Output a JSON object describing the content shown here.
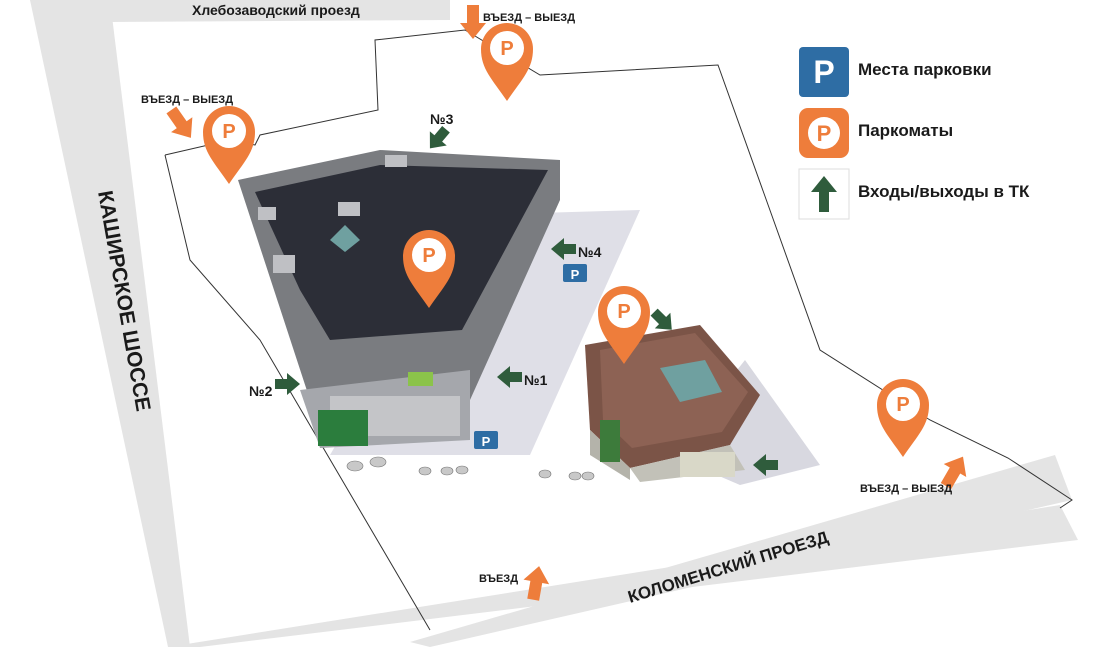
{
  "colors": {
    "road": "#e4e4e4",
    "parking_blue": "#2e6da4",
    "parkomat_orange": "#ee7d3b",
    "entrance_green": "#2f5c3c",
    "roof_dark": "#2c2e37",
    "roof_brown": "#7b5447"
  },
  "streets": {
    "top": "Хлебозаводский проезд",
    "left": "КАШИРСКОЕ ШОССЕ",
    "bottom": "КОЛОМЕНСКИЙ ПРОЕЗД"
  },
  "gates": {
    "top": "ВЪЕЗД – ВЫЕЗД",
    "left": "ВЪЕЗД – ВЫЕЗД",
    "right": "ВЪЕЗД – ВЫЕЗД",
    "bottom": "ВЪЕЗД"
  },
  "entrances": {
    "n1": "№1",
    "n2": "№2",
    "n3": "№3",
    "n4": "№4"
  },
  "pin_letter": "P",
  "legend": {
    "parking": {
      "label": "Места парковки",
      "icon": "parking-sign-icon"
    },
    "parkomat": {
      "label": "Паркоматы",
      "icon": "parkomat-icon"
    },
    "entrance": {
      "label": "Входы/выходы в ТК",
      "icon": "entrance-arrow-icon"
    }
  }
}
